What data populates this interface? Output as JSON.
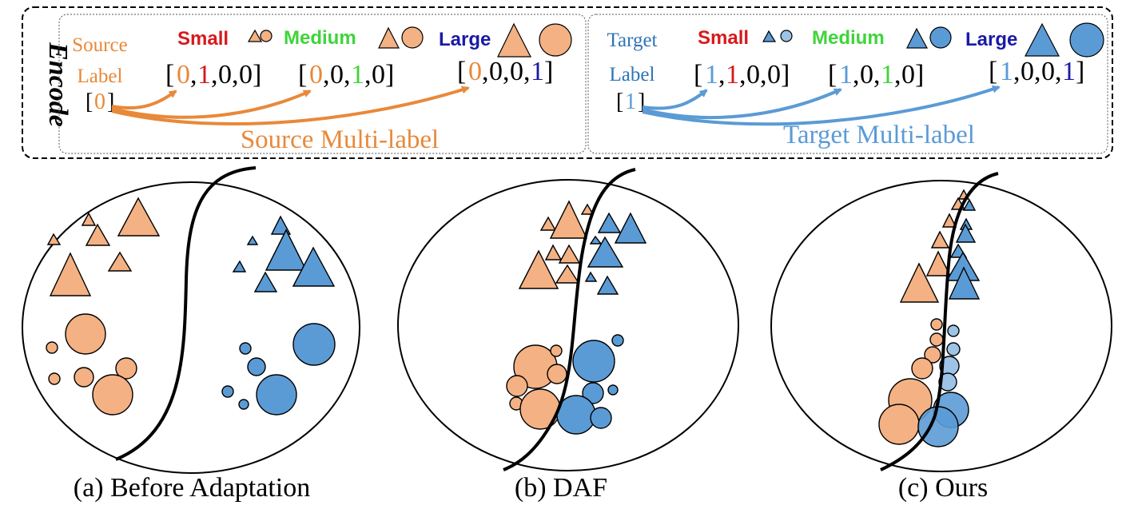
{
  "encode_title": "Encode",
  "colors": {
    "source": "#E8893A",
    "source_fill": "#F4B183",
    "target": "#5B9BD5",
    "target_fill": "#5B9BD5",
    "small": "#D7191C",
    "medium": "#3FD43A",
    "large": "#1A1AA6",
    "black": "#000000"
  },
  "source_panel": {
    "label_word1": "Source",
    "label_word2": "Label",
    "label_value": "0",
    "small_label": "Small",
    "medium_label": "Medium",
    "large_label": "Large",
    "vec_small": [
      "0",
      "1",
      "0",
      "0"
    ],
    "vec_medium": [
      "0",
      "0",
      "1",
      "0"
    ],
    "vec_large": [
      "0",
      "0",
      "0",
      "1"
    ],
    "arrow_caption": "Source Multi-label"
  },
  "target_panel": {
    "label_word1": "Target",
    "label_word2": "Label",
    "label_value": "1",
    "small_label": "Small",
    "medium_label": "Medium",
    "large_label": "Large",
    "vec_small": [
      "1",
      "1",
      "0",
      "0"
    ],
    "vec_medium": [
      "1",
      "0",
      "1",
      "0"
    ],
    "vec_large": [
      "1",
      "0",
      "0",
      "1"
    ],
    "arrow_caption": "Target Multi-label"
  },
  "captions": {
    "a": "(a) Before Adaptation",
    "b": "(b) DAF",
    "c": "(c) Ours"
  }
}
